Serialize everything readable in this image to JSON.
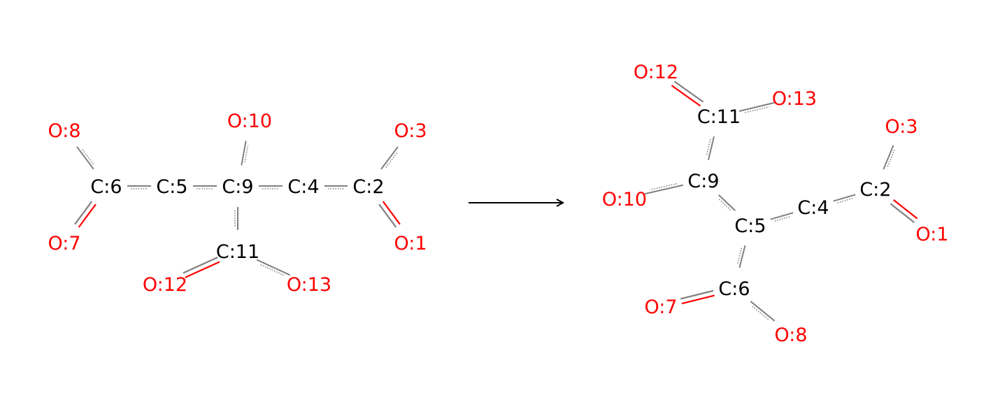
{
  "colors": {
    "carbon": "#000000",
    "oxygen": "#ff0000",
    "bond": "#808080",
    "arrow": "#000000",
    "background": "#ffffff"
  },
  "reactant": {
    "atoms": [
      {
        "id": "c6",
        "label": "C:6",
        "element": "C"
      },
      {
        "id": "c5",
        "label": "C:5",
        "element": "C"
      },
      {
        "id": "c9",
        "label": "C:9",
        "element": "C"
      },
      {
        "id": "c4",
        "label": "C:4",
        "element": "C"
      },
      {
        "id": "c2",
        "label": "C:2",
        "element": "C"
      },
      {
        "id": "c11",
        "label": "C:11",
        "element": "C"
      },
      {
        "id": "o8",
        "label": "O:8",
        "element": "O"
      },
      {
        "id": "o7",
        "label": "O:7",
        "element": "O"
      },
      {
        "id": "o10",
        "label": "O:10",
        "element": "O"
      },
      {
        "id": "o3",
        "label": "O:3",
        "element": "O"
      },
      {
        "id": "o1",
        "label": "O:1",
        "element": "O"
      },
      {
        "id": "o12",
        "label": "O:12",
        "element": "O"
      },
      {
        "id": "o13",
        "label": "O:13",
        "element": "O"
      }
    ],
    "bonds": [
      {
        "a": "c6",
        "b": "o8",
        "order": "aromatic"
      },
      {
        "a": "c6",
        "b": "o7",
        "order": "double"
      },
      {
        "a": "c6",
        "b": "c5",
        "order": "aromatic"
      },
      {
        "a": "c5",
        "b": "c9",
        "order": "aromatic"
      },
      {
        "a": "c9",
        "b": "o10",
        "order": "aromatic"
      },
      {
        "a": "c9",
        "b": "c4",
        "order": "aromatic"
      },
      {
        "a": "c9",
        "b": "c11",
        "order": "aromatic"
      },
      {
        "a": "c4",
        "b": "c2",
        "order": "aromatic"
      },
      {
        "a": "c2",
        "b": "o3",
        "order": "aromatic"
      },
      {
        "a": "c2",
        "b": "o1",
        "order": "double"
      },
      {
        "a": "c11",
        "b": "o12",
        "order": "double"
      },
      {
        "a": "c11",
        "b": "o13",
        "order": "aromatic"
      }
    ]
  },
  "product": {
    "atoms": [
      {
        "id": "o12",
        "label": "O:12",
        "element": "O"
      },
      {
        "id": "c11",
        "label": "C:11",
        "element": "C"
      },
      {
        "id": "o13",
        "label": "O:13",
        "element": "O"
      },
      {
        "id": "o3",
        "label": "O:3",
        "element": "O"
      },
      {
        "id": "c9",
        "label": "C:9",
        "element": "C"
      },
      {
        "id": "o10",
        "label": "O:10",
        "element": "O"
      },
      {
        "id": "c2",
        "label": "C:2",
        "element": "C"
      },
      {
        "id": "c4",
        "label": "C:4",
        "element": "C"
      },
      {
        "id": "c5",
        "label": "C:5",
        "element": "C"
      },
      {
        "id": "o1",
        "label": "O:1",
        "element": "O"
      },
      {
        "id": "c6",
        "label": "C:6",
        "element": "C"
      },
      {
        "id": "o7",
        "label": "O:7",
        "element": "O"
      },
      {
        "id": "o8",
        "label": "O:8",
        "element": "O"
      }
    ],
    "bonds": [
      {
        "a": "c11",
        "b": "o12",
        "order": "double"
      },
      {
        "a": "c11",
        "b": "o13",
        "order": "aromatic"
      },
      {
        "a": "c11",
        "b": "c9",
        "order": "aromatic"
      },
      {
        "a": "c9",
        "b": "o10",
        "order": "aromatic"
      },
      {
        "a": "c9",
        "b": "c5",
        "order": "aromatic"
      },
      {
        "a": "c5",
        "b": "c4",
        "order": "aromatic"
      },
      {
        "a": "c4",
        "b": "c2",
        "order": "aromatic"
      },
      {
        "a": "c2",
        "b": "o3",
        "order": "aromatic"
      },
      {
        "a": "c2",
        "b": "o1",
        "order": "double"
      },
      {
        "a": "c5",
        "b": "c6",
        "order": "aromatic"
      },
      {
        "a": "c6",
        "b": "o7",
        "order": "double"
      },
      {
        "a": "c6",
        "b": "o8",
        "order": "aromatic"
      }
    ]
  },
  "arrow": {
    "direction": "reactant-to-product"
  }
}
